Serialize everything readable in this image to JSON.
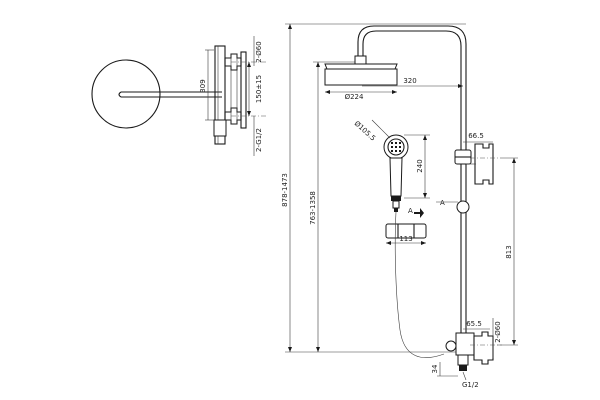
{
  "dimensions": {
    "d60_top": "2-Ø60",
    "d309": "309",
    "d150": "150±15",
    "g12_left": "2-G1/2",
    "d878": "878-1473",
    "d763": "763-1358",
    "d320": "320",
    "d224": "Ø224",
    "d105": "Ø105.5",
    "d240": "240",
    "d665_top": "66.5",
    "label_a": "A",
    "label_a_view": "A",
    "d113": "113",
    "d813": "813",
    "d655_bottom": "65.5",
    "d60_bottom": "2-Ø60",
    "d34": "34",
    "g12_bottom": "G1/2"
  }
}
